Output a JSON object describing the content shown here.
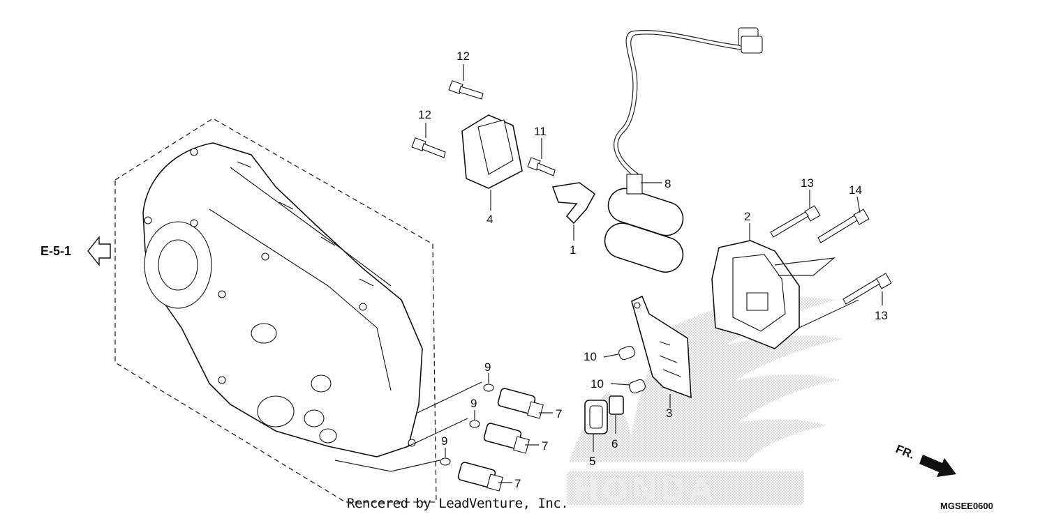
{
  "callouts": {
    "c1": "1",
    "c2": "2",
    "c3": "3",
    "c4": "4",
    "c5": "5",
    "c6": "6",
    "c7a": "7",
    "c7b": "7",
    "c7c": "7",
    "c8": "8",
    "c9a": "9",
    "c9b": "9",
    "c9c": "9",
    "c10a": "10",
    "c10b": "10",
    "c11": "11",
    "c12a": "12",
    "c12b": "12",
    "c13a": "13",
    "c13b": "13",
    "c14": "14"
  },
  "reference_arrow": {
    "label": "E-5-1"
  },
  "front_arrow": {
    "label": "FR."
  },
  "watermark": {
    "brand": "HONDA"
  },
  "footer": {
    "credit": "Rencered by LeadVenture, Inc.",
    "diagram_code": "MGSEE0600"
  },
  "colors": {
    "ink": "#111111",
    "watermark": "#d8d8d8",
    "background": "#ffffff"
  }
}
